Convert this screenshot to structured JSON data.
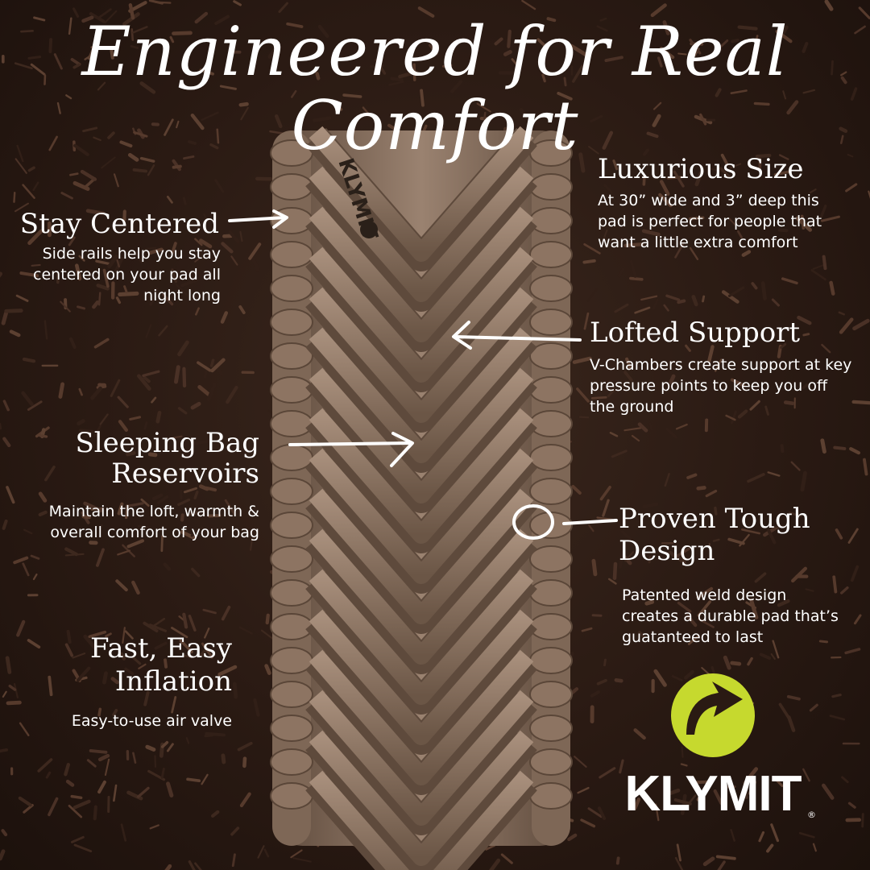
{
  "title": "Engineered for Real Comfort",
  "pad_brand": "KLYMIT",
  "features": {
    "stay_centered": {
      "heading": "Stay Centered",
      "text": "Side rails help you stay centered on your pad all night long"
    },
    "luxurious_size": {
      "heading": "Luxurious Size",
      "text": "At 30” wide and 3” deep this pad is perfect for people that want a little extra comfort"
    },
    "lofted_support": {
      "heading": "Lofted Support",
      "text": "V-Chambers create support at key pressure points to keep you off the ground"
    },
    "sleeping_bag": {
      "heading_line1": "Sleeping Bag",
      "heading_line2": "Reservoirs",
      "text": "Maintain the loft, warmth & overall comfort of your bag"
    },
    "proven_tough": {
      "heading_line1": "Proven Tough",
      "heading_line2": "Design",
      "text": "Patented weld design creates a durable pad that’s guatanteed to last"
    },
    "fast_inflation": {
      "heading_line1": "Fast, Easy",
      "heading_line2": "Inflation",
      "text": "Easy-to-use air valve"
    }
  },
  "logo": {
    "wordmark": "KLYMIT",
    "registered": "®",
    "accent_color": "#c6d92e"
  },
  "colors": {
    "background": "#2a1a13",
    "pad": "#8a7260",
    "text": "#ffffff"
  }
}
